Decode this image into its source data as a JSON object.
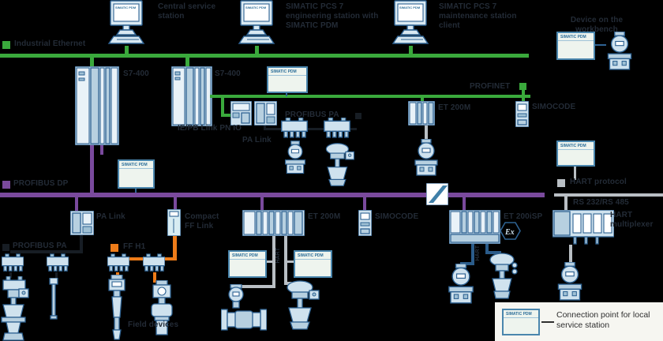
{
  "title_row": {
    "central_station": "Central service station",
    "engineering_station": "SIMATIC PCS 7 engineering station with SIMATIC PDM",
    "maintenance_client": "SIMATIC PCS 7 maintenance station client",
    "workbench": "Device on the workbench"
  },
  "pdm_window_title": "SIMATIC PDM",
  "buses": {
    "industrial_ethernet": "Industrial Ethernet",
    "profinet": "PROFINET",
    "profibus_dp": "PROFIBUS DP",
    "profibus_pa_top": "PROFIBUS PA",
    "profibus_pa_bottom": "PROFIBUS PA",
    "ff_h1": "FF H1",
    "hart_protocol": "HART protocol",
    "rs_link": "RS 232/RS 485",
    "hart_vertical": "HART"
  },
  "devices": {
    "plc_left": "S7-400",
    "plc_right": "S7-400",
    "ie_pb_link": "IE/PB Link PN IO",
    "pa_link_top": "PA Link",
    "pa_link_bottom": "PA Link",
    "et200m_top": "ET 200M",
    "et200m_bottom": "ET 200M",
    "simocode_top": "SIMOCODE",
    "simocode_bottom": "SIMOCODE",
    "compact_ff_link": "Compact FF Link",
    "et200isp": "ET 200iSP",
    "hart_multiplexer": "HART multiplexer",
    "ex_marking": "Ex",
    "field_devices": "Field devices"
  },
  "legend": {
    "icon_title": "SIMATIC PDM",
    "caption": "Connection point for local service station"
  },
  "colors": {
    "ethernet_green": "#3aa93c",
    "profibus_dp_purple": "#7a4a9d",
    "profibus_pa_black": "#171d24",
    "ff_h1_orange": "#ee7c19",
    "hart_gray": "#b9bfc4",
    "isp_hart_blue": "#2b5c8a"
  }
}
